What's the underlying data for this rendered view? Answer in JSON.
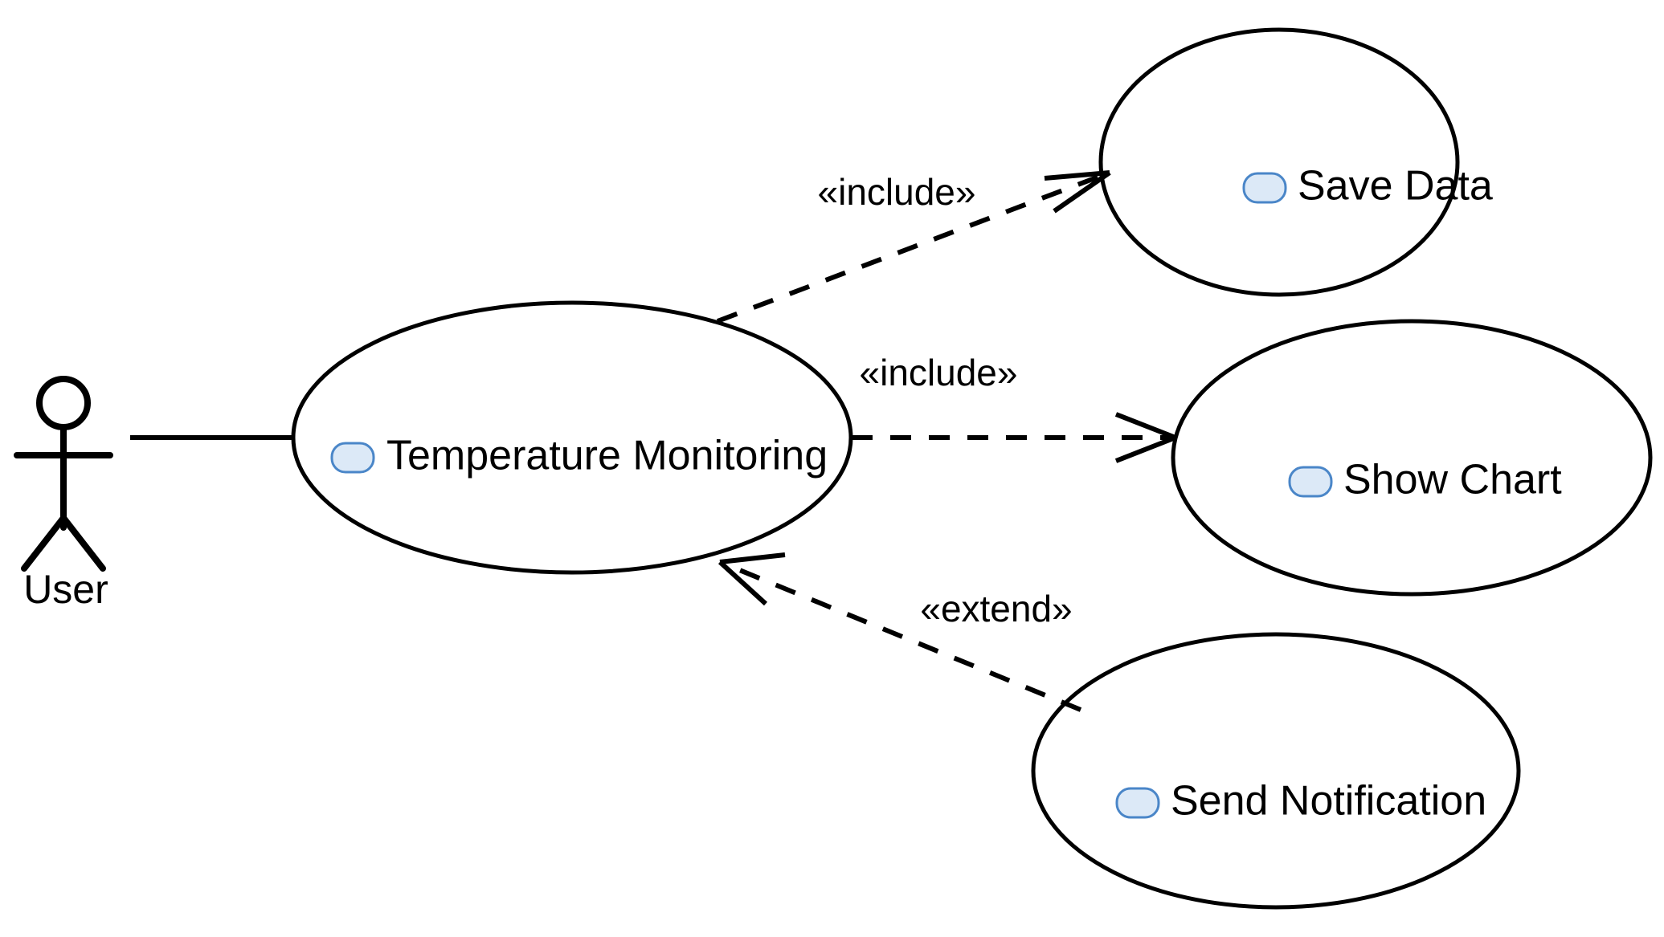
{
  "diagram": {
    "type": "uml-use-case-diagram",
    "background_color": "#ffffff",
    "line_color": "#000000",
    "icon_fill_color": "#dce9f7",
    "icon_stroke_color": "#4a86c8"
  },
  "actors": [
    {
      "id": "user",
      "label": "User",
      "icon": "stick-figure-actor-icon"
    }
  ],
  "use_cases": [
    {
      "id": "temperature-monitoring",
      "label": "Temperature Monitoring",
      "icon": "use-case-oval-icon"
    },
    {
      "id": "save-data",
      "label": "Save Data",
      "icon": "use-case-oval-icon"
    },
    {
      "id": "show-chart",
      "label": "Show Chart",
      "icon": "use-case-oval-icon"
    },
    {
      "id": "send-notification",
      "label": "Send Notification",
      "icon": "use-case-oval-icon"
    }
  ],
  "relationships": [
    {
      "id": "assoc-user-temperature",
      "kind": "association",
      "from": "user",
      "to": "temperature-monitoring",
      "label": "",
      "style": "solid"
    },
    {
      "id": "include-save-data",
      "kind": "include",
      "from": "temperature-monitoring",
      "to": "save-data",
      "label": "«include»",
      "style": "dashed"
    },
    {
      "id": "include-show-chart",
      "kind": "include",
      "from": "temperature-monitoring",
      "to": "show-chart",
      "label": "«include»",
      "style": "dashed"
    },
    {
      "id": "extend-send-notification",
      "kind": "extend",
      "from": "send-notification",
      "to": "temperature-monitoring",
      "label": "«extend»",
      "style": "dashed"
    }
  ]
}
